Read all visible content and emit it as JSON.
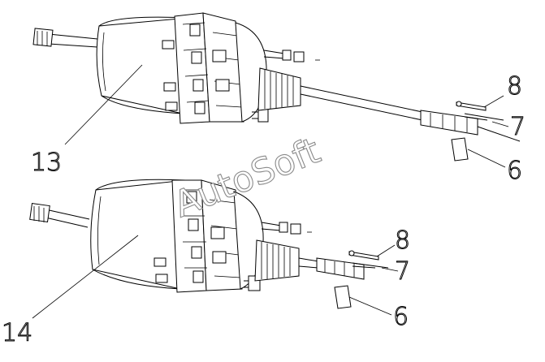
{
  "callouts": {
    "upper_actuator": "13",
    "lower_actuator": "14",
    "upper_pin": "8",
    "upper_clip": "7",
    "upper_plate": "6",
    "lower_pin": "8",
    "lower_clip": "7",
    "lower_plate": "6"
  },
  "watermark": "AutoSoft"
}
